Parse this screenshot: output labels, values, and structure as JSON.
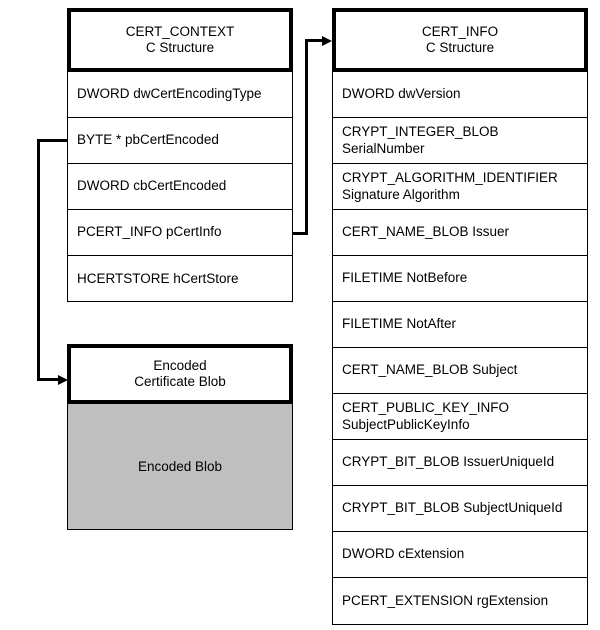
{
  "diagram": {
    "title": "CERT_CONTEXT and CERT_INFO C structures",
    "colors": {
      "line": "#000000",
      "box_fill": "#ffffff",
      "blob_fill": "#bfbfbf"
    },
    "cert_context": {
      "header": {
        "line1": "CERT_CONTEXT",
        "line2": "C Structure"
      },
      "fields": [
        {
          "line1": "DWORD dwCertEncodingType",
          "line2": ""
        },
        {
          "line1": "BYTE *  pbCertEncoded",
          "line2": ""
        },
        {
          "line1": "DWORD  cbCertEncoded",
          "line2": ""
        },
        {
          "line1": "PCERT_INFO  pCertInfo",
          "line2": ""
        },
        {
          "line1": "HCERTSTORE  hCertStore",
          "line2": ""
        }
      ]
    },
    "encoded_blob": {
      "header": {
        "line1": "Encoded",
        "line2": "Certificate Blob"
      },
      "body_label": "Encoded Blob"
    },
    "cert_info": {
      "header": {
        "line1": "CERT_INFO",
        "line2": "C Structure"
      },
      "fields": [
        {
          "line1": "DWORD dwVersion",
          "line2": ""
        },
        {
          "line1": "CRYPT_INTEGER_BLOB",
          "line2": "SerialNumber"
        },
        {
          "line1": "CRYPT_ALGORITHM_IDENTIFIER",
          "line2": "Signature Algorithm"
        },
        {
          "line1": "CERT_NAME_BLOB Issuer",
          "line2": ""
        },
        {
          "line1": "FILETIME NotBefore",
          "line2": ""
        },
        {
          "line1": "FILETIME NotAfter",
          "line2": ""
        },
        {
          "line1": "CERT_NAME_BLOB Subject",
          "line2": ""
        },
        {
          "line1": "CERT_PUBLIC_KEY_INFO",
          "line2": "SubjectPublicKeyInfo"
        },
        {
          "line1": "CRYPT_BIT_BLOB IssuerUniqueId",
          "line2": ""
        },
        {
          "line1": "CRYPT_BIT_BLOB SubjectUniqueId",
          "line2": ""
        },
        {
          "line1": "DWORD cExtension",
          "line2": ""
        },
        {
          "line1": "PCERT_EXTENSION rgExtension",
          "line2": ""
        }
      ]
    },
    "connectors": [
      {
        "name": "pbCertEncoded-to-encoded-blob",
        "from": "BYTE *  pbCertEncoded",
        "to": "Encoded Certificate Blob"
      },
      {
        "name": "pCertInfo-to-cert-info",
        "from": "PCERT_INFO  pCertInfo",
        "to": "CERT_INFO"
      }
    ]
  }
}
